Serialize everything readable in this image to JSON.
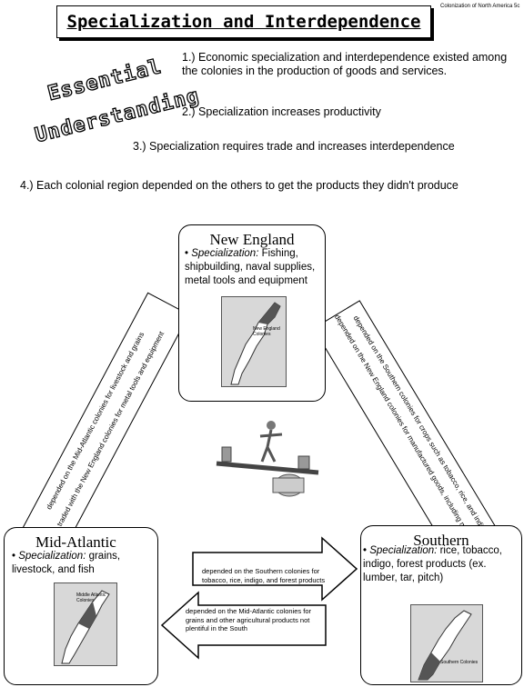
{
  "header": {
    "title": "Specialization and Interdependence",
    "corner_note": "Colonization of North America 5c"
  },
  "essential": {
    "word1": "Essential",
    "word2": "Understanding"
  },
  "points": [
    "1.) Economic specialization and interdependence existed among the colonies in the production of goods and services.",
    "2.) Specialization increases productivity",
    "3.) Specialization requires trade and increases interdependence",
    "4.) Each colonial region depended on the others to get the products they didn't produce"
  ],
  "regions": {
    "new_england": {
      "title": "New England",
      "spec_label": "Specialization:",
      "spec_text": " Fishing, shipbuilding, naval supplies, metal tools and equipment",
      "map_label": "New England Colonies"
    },
    "mid_atlantic": {
      "title": "Mid-Atlantic",
      "spec_label": "Specialization:",
      "spec_text": " grains, livestock, and fish",
      "map_label": "Middle Atlantic Colonies"
    },
    "southern": {
      "title": "Southern",
      "spec_label": "Specialization:",
      "spec_text": " rice, tobacco, indigo, forest products (ex. lumber, tar, pitch)",
      "map_label": "Southern Colonies"
    }
  },
  "arrows": {
    "left_outer": "depended on the Mid-Atlantic colonies for livestock and grains",
    "left_inner": "traded with the New England colonies for metal tools and equipment",
    "right_outer": "depended on the Southern colonies for crops such as tobacco, rice, and indigo",
    "right_inner": "depended on the New England colonies for manufactured goods, including metal tools and equipment",
    "bottom_right": "depended on the Southern colonies for tobacco, rice, indigo, and forest products",
    "bottom_left": "depended on the Mid-Atlantic colonies for grains and other agricultural products not plentiful in the South"
  }
}
